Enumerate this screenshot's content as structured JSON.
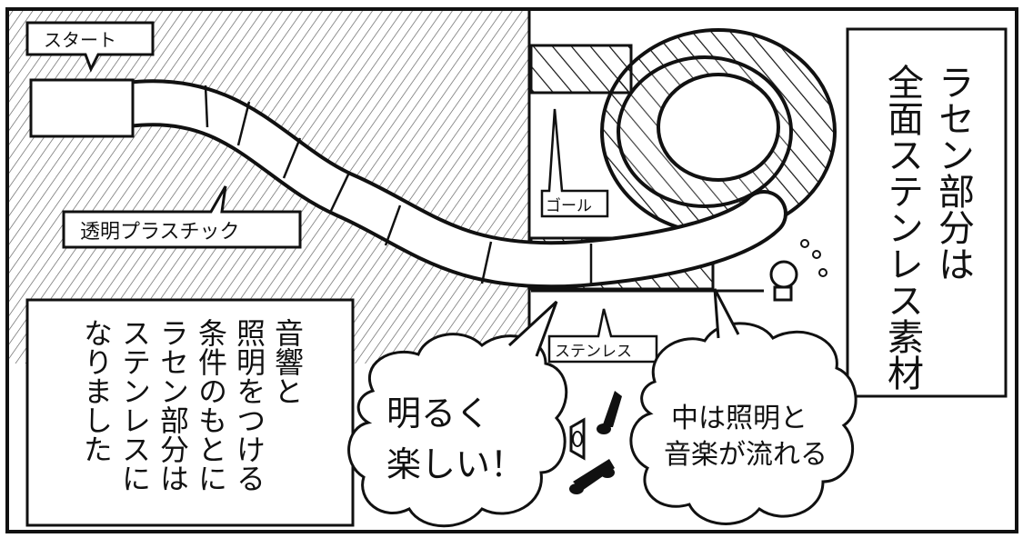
{
  "labels": {
    "start": "スタート",
    "goal": "ゴール",
    "stainless": "ステンレス",
    "plastic": "透明プラスチック"
  },
  "narration_right": [
    "ラセン部分は",
    "全面ステンレス素材"
  ],
  "narration_left": [
    "音響と",
    "照明をつける",
    "条件のもとに",
    "ラセン部分は",
    "ステンレスに",
    "なりました"
  ],
  "bubble_bright": [
    "明るく",
    "楽しい！"
  ],
  "bubble_inside": [
    "中は照明と",
    "音楽が流れる"
  ]
}
